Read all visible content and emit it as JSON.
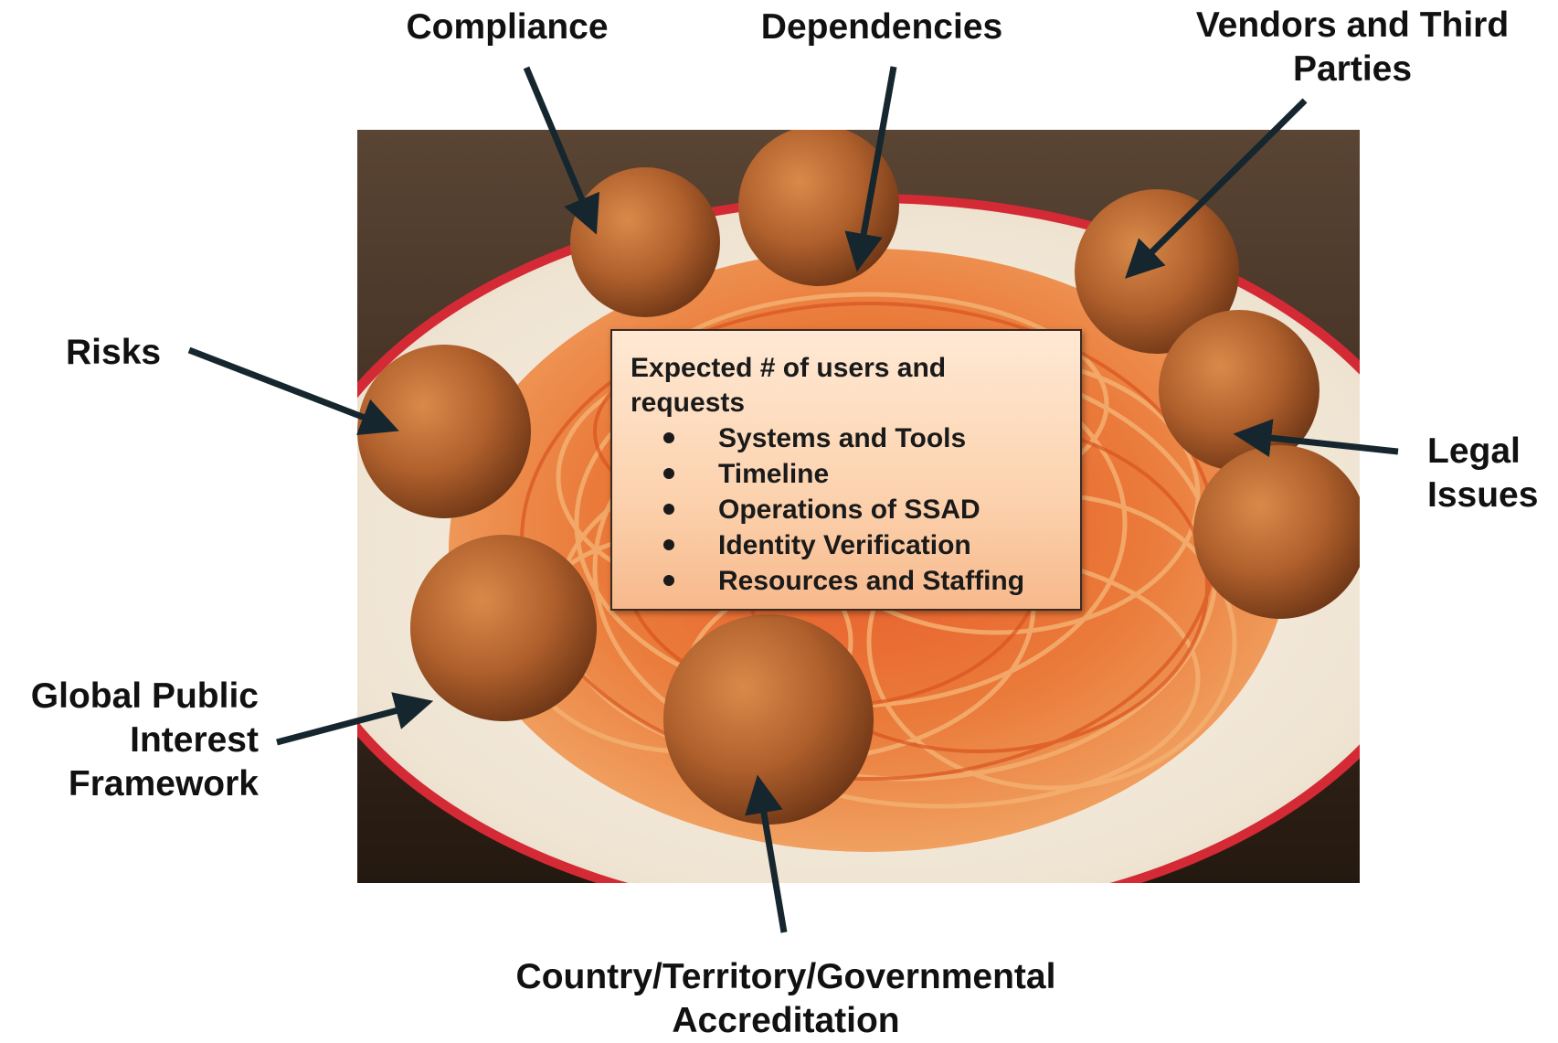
{
  "labels": {
    "compliance": "Compliance",
    "dependencies": "Dependencies",
    "vendors": [
      "Vendors and Third",
      "Parties"
    ],
    "risks": "Risks",
    "legal": [
      "Legal",
      "Issues"
    ],
    "gpif": [
      "Global Public",
      "Interest",
      "Framework"
    ],
    "country": [
      "Country/Territory/Governmental",
      "Accreditation"
    ]
  },
  "center_box": {
    "heading": [
      "Expected # of users and",
      "requests"
    ],
    "items": [
      "Systems and Tools",
      "Timeline",
      "Operations of SSAD",
      "Identity Verification",
      "Resources and Staffing"
    ]
  },
  "colors": {
    "text": "#111111",
    "arrow": "#16262e",
    "plate_rim": "#d42a35",
    "sauce": "#e0622a",
    "meatball": "#b5602c",
    "table": "#4a3527"
  }
}
